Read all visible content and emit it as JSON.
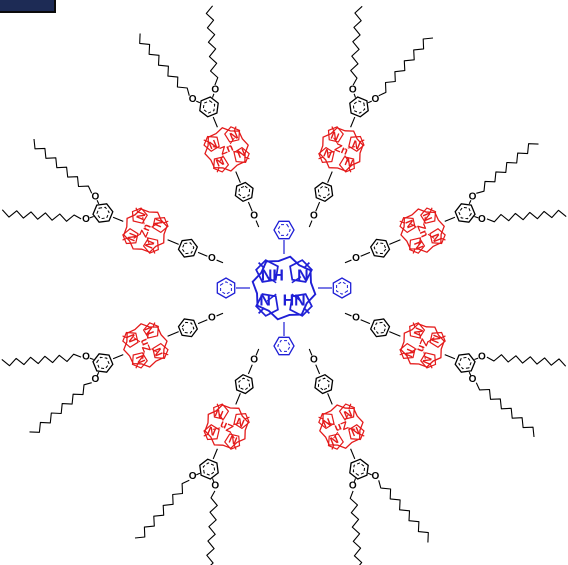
{
  "molecule": {
    "core_labels": {
      "nh": "NH",
      "hn": "HN",
      "n": "N"
    },
    "metal_label": "Zn",
    "nitrogen_label": "N",
    "oxygen_label": "O",
    "arm_count": 8,
    "colors": {
      "core": "#1f1fd6",
      "zinc_porphyrin": "#e41a1a",
      "linker": "#000000",
      "background": "#ffffff",
      "corner_tab": "#1d2b55"
    }
  }
}
